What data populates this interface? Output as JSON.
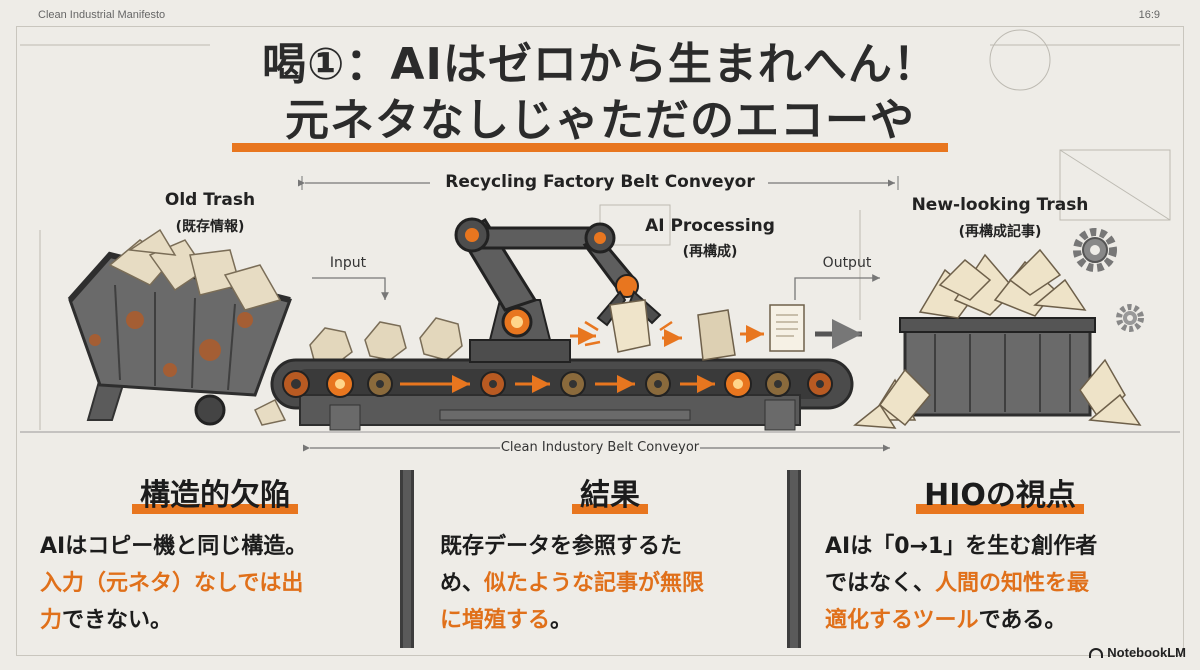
{
  "header": {
    "tag_left": "Clean Industrial Manifesto",
    "tag_right": "16:9",
    "title_line1": "喝①：AIはゼロから生まれへん！",
    "title_line2": "元ネタなしじゃただのエコーや"
  },
  "diagram": {
    "factory_label": "Recycling Factory Belt Conveyor",
    "bottom_label": "Clean Industory Belt Conveyor",
    "old_trash": "Old Trash",
    "old_trash_sub": "(既存情報)",
    "input": "Input",
    "ai_processing": "AI Processing",
    "ai_processing_sub": "(再構成)",
    "output": "Output",
    "new_trash": "New-looking Trash",
    "new_trash_sub": "(再構成記事)"
  },
  "columns": [
    {
      "heading": "構造的欠陥",
      "body": [
        {
          "text": "AIはコピー機と同じ構造。",
          "hl": false
        },
        {
          "text": "入力（元ネタ）なしでは出",
          "hl": true
        },
        {
          "text": "力",
          "hl": true
        },
        {
          "text": "できない。",
          "hl": false
        }
      ]
    },
    {
      "heading": "結果",
      "body": [
        {
          "text": "既存データを参照するた",
          "hl": false
        },
        {
          "text": "め、",
          "hl": false
        },
        {
          "text": "似たような記事が無限",
          "hl": true
        },
        {
          "text": "に増殖する",
          "hl": true
        },
        {
          "text": "。",
          "hl": false
        }
      ]
    },
    {
      "heading": "HIOの視点",
      "body": [
        {
          "text": "AIは「0→1」を生む創作者",
          "hl": false
        },
        {
          "text": "ではなく、",
          "hl": false
        },
        {
          "text": "人間の知性を最",
          "hl": true
        },
        {
          "text": "適化するツール",
          "hl": true
        },
        {
          "text": "である。",
          "hl": false
        }
      ]
    }
  ],
  "brand": "NotebookLM",
  "colors": {
    "accent": "#e8761f",
    "metal": "#5b5b5b",
    "rust": "#b85a22",
    "paper": "#e7dcc3"
  }
}
